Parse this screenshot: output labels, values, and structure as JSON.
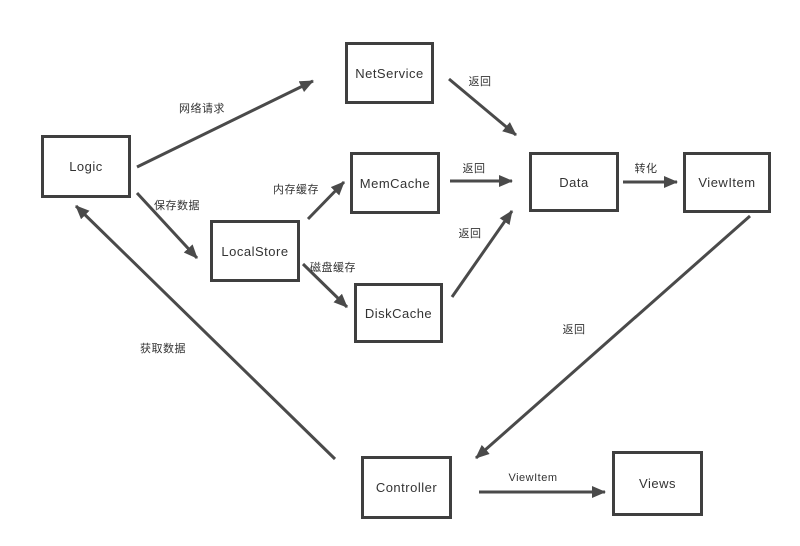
{
  "diagram": {
    "colors": {
      "background": "#ffffff",
      "box_border": "#3f3f3f",
      "line": "#4a4a4a",
      "text": "#333333"
    },
    "nodes": {
      "logic": {
        "label": "Logic"
      },
      "netservice": {
        "label": "NetService"
      },
      "memcache": {
        "label": "MemCache"
      },
      "localstore": {
        "label": "LocalStore"
      },
      "diskcache": {
        "label": "DiskCache"
      },
      "data": {
        "label": "Data"
      },
      "viewitem": {
        "label": "ViewItem"
      },
      "controller": {
        "label": "Controller"
      },
      "views": {
        "label": "Views"
      }
    },
    "edges": {
      "logic_netservice": {
        "from": "Logic",
        "to": "NetService",
        "label": "网络请求"
      },
      "logic_localstore": {
        "from": "Logic",
        "to": "LocalStore",
        "label": "保存数据"
      },
      "localstore_memcache": {
        "from": "LocalStore",
        "to": "MemCache",
        "label": "内存缓存"
      },
      "localstore_diskcache": {
        "from": "LocalStore",
        "to": "DiskCache",
        "label": "磁盘缓存"
      },
      "netservice_data": {
        "from": "NetService",
        "to": "Data",
        "label": "返回"
      },
      "memcache_data": {
        "from": "MemCache",
        "to": "Data",
        "label": "返回"
      },
      "diskcache_data": {
        "from": "DiskCache",
        "to": "Data",
        "label": "返回"
      },
      "data_viewitem": {
        "from": "Data",
        "to": "ViewItem",
        "label": "转化"
      },
      "viewitem_controller": {
        "from": "ViewItem",
        "to": "Controller",
        "label": "返回"
      },
      "controller_logic": {
        "from": "Controller",
        "to": "Logic",
        "label": "获取数据"
      },
      "controller_views": {
        "from": "Controller",
        "to": "Views",
        "label": "ViewItem"
      }
    }
  }
}
